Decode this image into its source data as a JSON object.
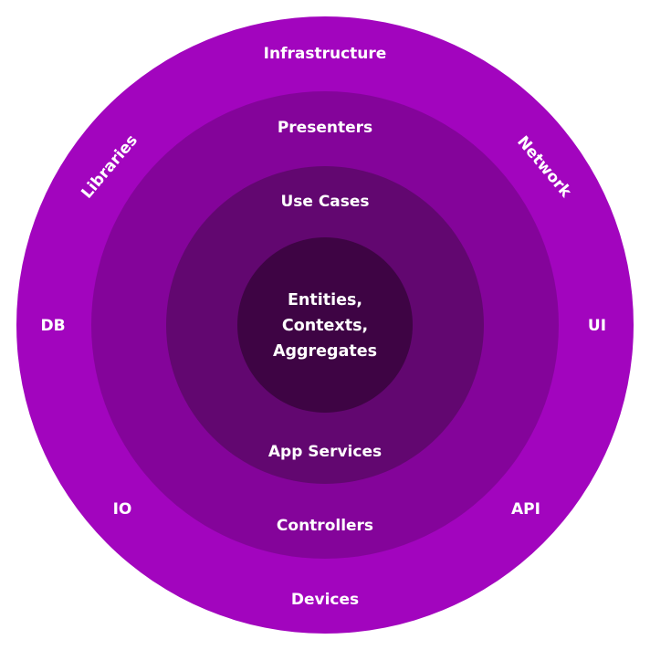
{
  "colors": {
    "background": "#ffffff",
    "ring_outer": "#a205be",
    "ring_second": "#84049a",
    "ring_third": "#620770",
    "core": "#3e0444",
    "text": "#ffffff"
  },
  "rings": {
    "outer": {
      "top": "Infrastructure",
      "bottom": "Devices",
      "top_left": "Libraries",
      "top_right": "Network",
      "left": "DB",
      "right": "UI",
      "bottom_left": "IO",
      "bottom_right": "API"
    },
    "second": {
      "top": "Presenters",
      "bottom": "Controllers"
    },
    "third": {
      "top": "Use Cases",
      "bottom": "App Services"
    },
    "core": {
      "lines": [
        "Entities,",
        "Contexts,",
        "Aggregates"
      ]
    }
  }
}
